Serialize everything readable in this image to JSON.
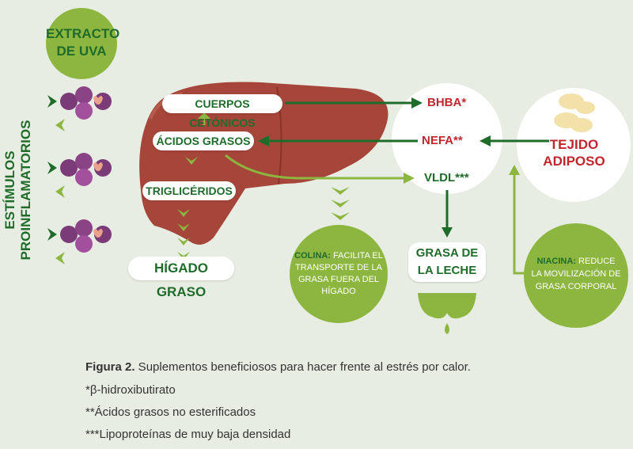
{
  "extract": {
    "line1": "EXTRACTO",
    "line2": "DE UVA"
  },
  "side_label": "ESTÍMULOS PROINFLAMATORIOS",
  "liver_labels": {
    "ketones": "CUERPOS CETÓNICOS",
    "fatty_acids": "ÁCIDOS GRASOS",
    "triglycerides": "TRIGLICÉRIDOS",
    "fatty_liver": "HÍGADO GRASO"
  },
  "blood": {
    "bhba": "BHBA*",
    "nefa": "NEFA**",
    "vldl": "VLDL***"
  },
  "adipose": {
    "line1": "TEJIDO",
    "line2": "ADIPOSO"
  },
  "milk": {
    "line1": "GRASA DE",
    "line2": "LA LECHE"
  },
  "choline": {
    "name": "COLINA:",
    "text": [
      " FACILITA EL",
      "TRANSPORTE DE LA",
      "GRASA FUERA DEL",
      "HÍGADO"
    ]
  },
  "niacin": {
    "name": "NIACINA:",
    "text": [
      " REDUCE",
      "LA MOVILIZACIÓN DE",
      "GRASA CORPORAL"
    ]
  },
  "caption": {
    "fig": "Figura 2.",
    "title": " Suplementos beneficiosos para hacer frente al estrés por calor.",
    "note1": "*β-hidroxibutirato",
    "note2": "**Ácidos grasos no esterificados",
    "note3": "***Lipoproteínas de muy baja densidad"
  },
  "colors": {
    "dark_green": "#1f6b2a",
    "light_green": "#8cb63f",
    "red": "#c0272d",
    "liver": "#a6463a"
  }
}
